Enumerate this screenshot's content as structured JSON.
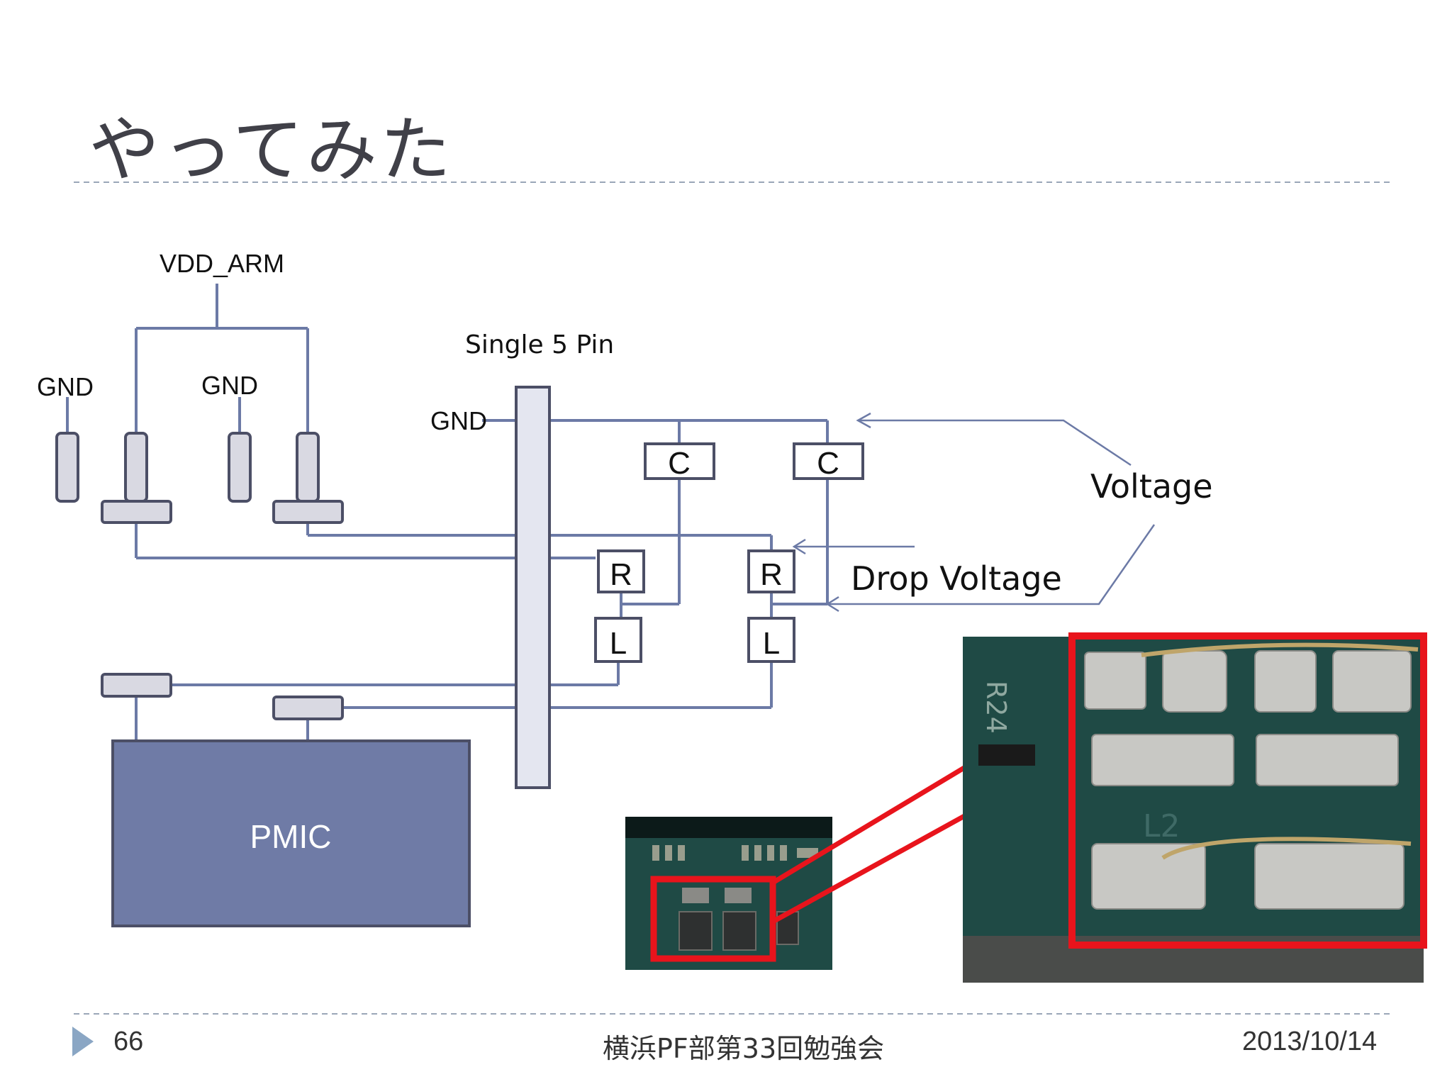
{
  "slide": {
    "title": "やってみた",
    "page_number": "66",
    "event": "横浜PF部第33回勉強会",
    "date": "2013/10/14"
  },
  "diagram": {
    "vdd_label": "VDD_ARM",
    "gnd_label_left": "GND",
    "gnd_label_mid": "GND",
    "gnd_label_bus": "GND",
    "connector_label": "Single 5 Pin",
    "cap1": "C",
    "cap2": "C",
    "res1": "R",
    "res2": "R",
    "ind1": "L",
    "ind2": "L",
    "voltage_label": "Voltage",
    "drop_voltage_label": "Drop Voltage",
    "pmic_label": "PMIC"
  },
  "photos": {
    "board_marking_r24": "R24",
    "board_marking_l2": "L2"
  },
  "colors": {
    "wire": "#6c7aa6",
    "pmic_fill": "#6f7ba6",
    "pad_fill": "#d9d9e2",
    "connector_fill": "#e4e6f0",
    "highlight": "#e8141c",
    "pcb": "#1f4a45"
  }
}
